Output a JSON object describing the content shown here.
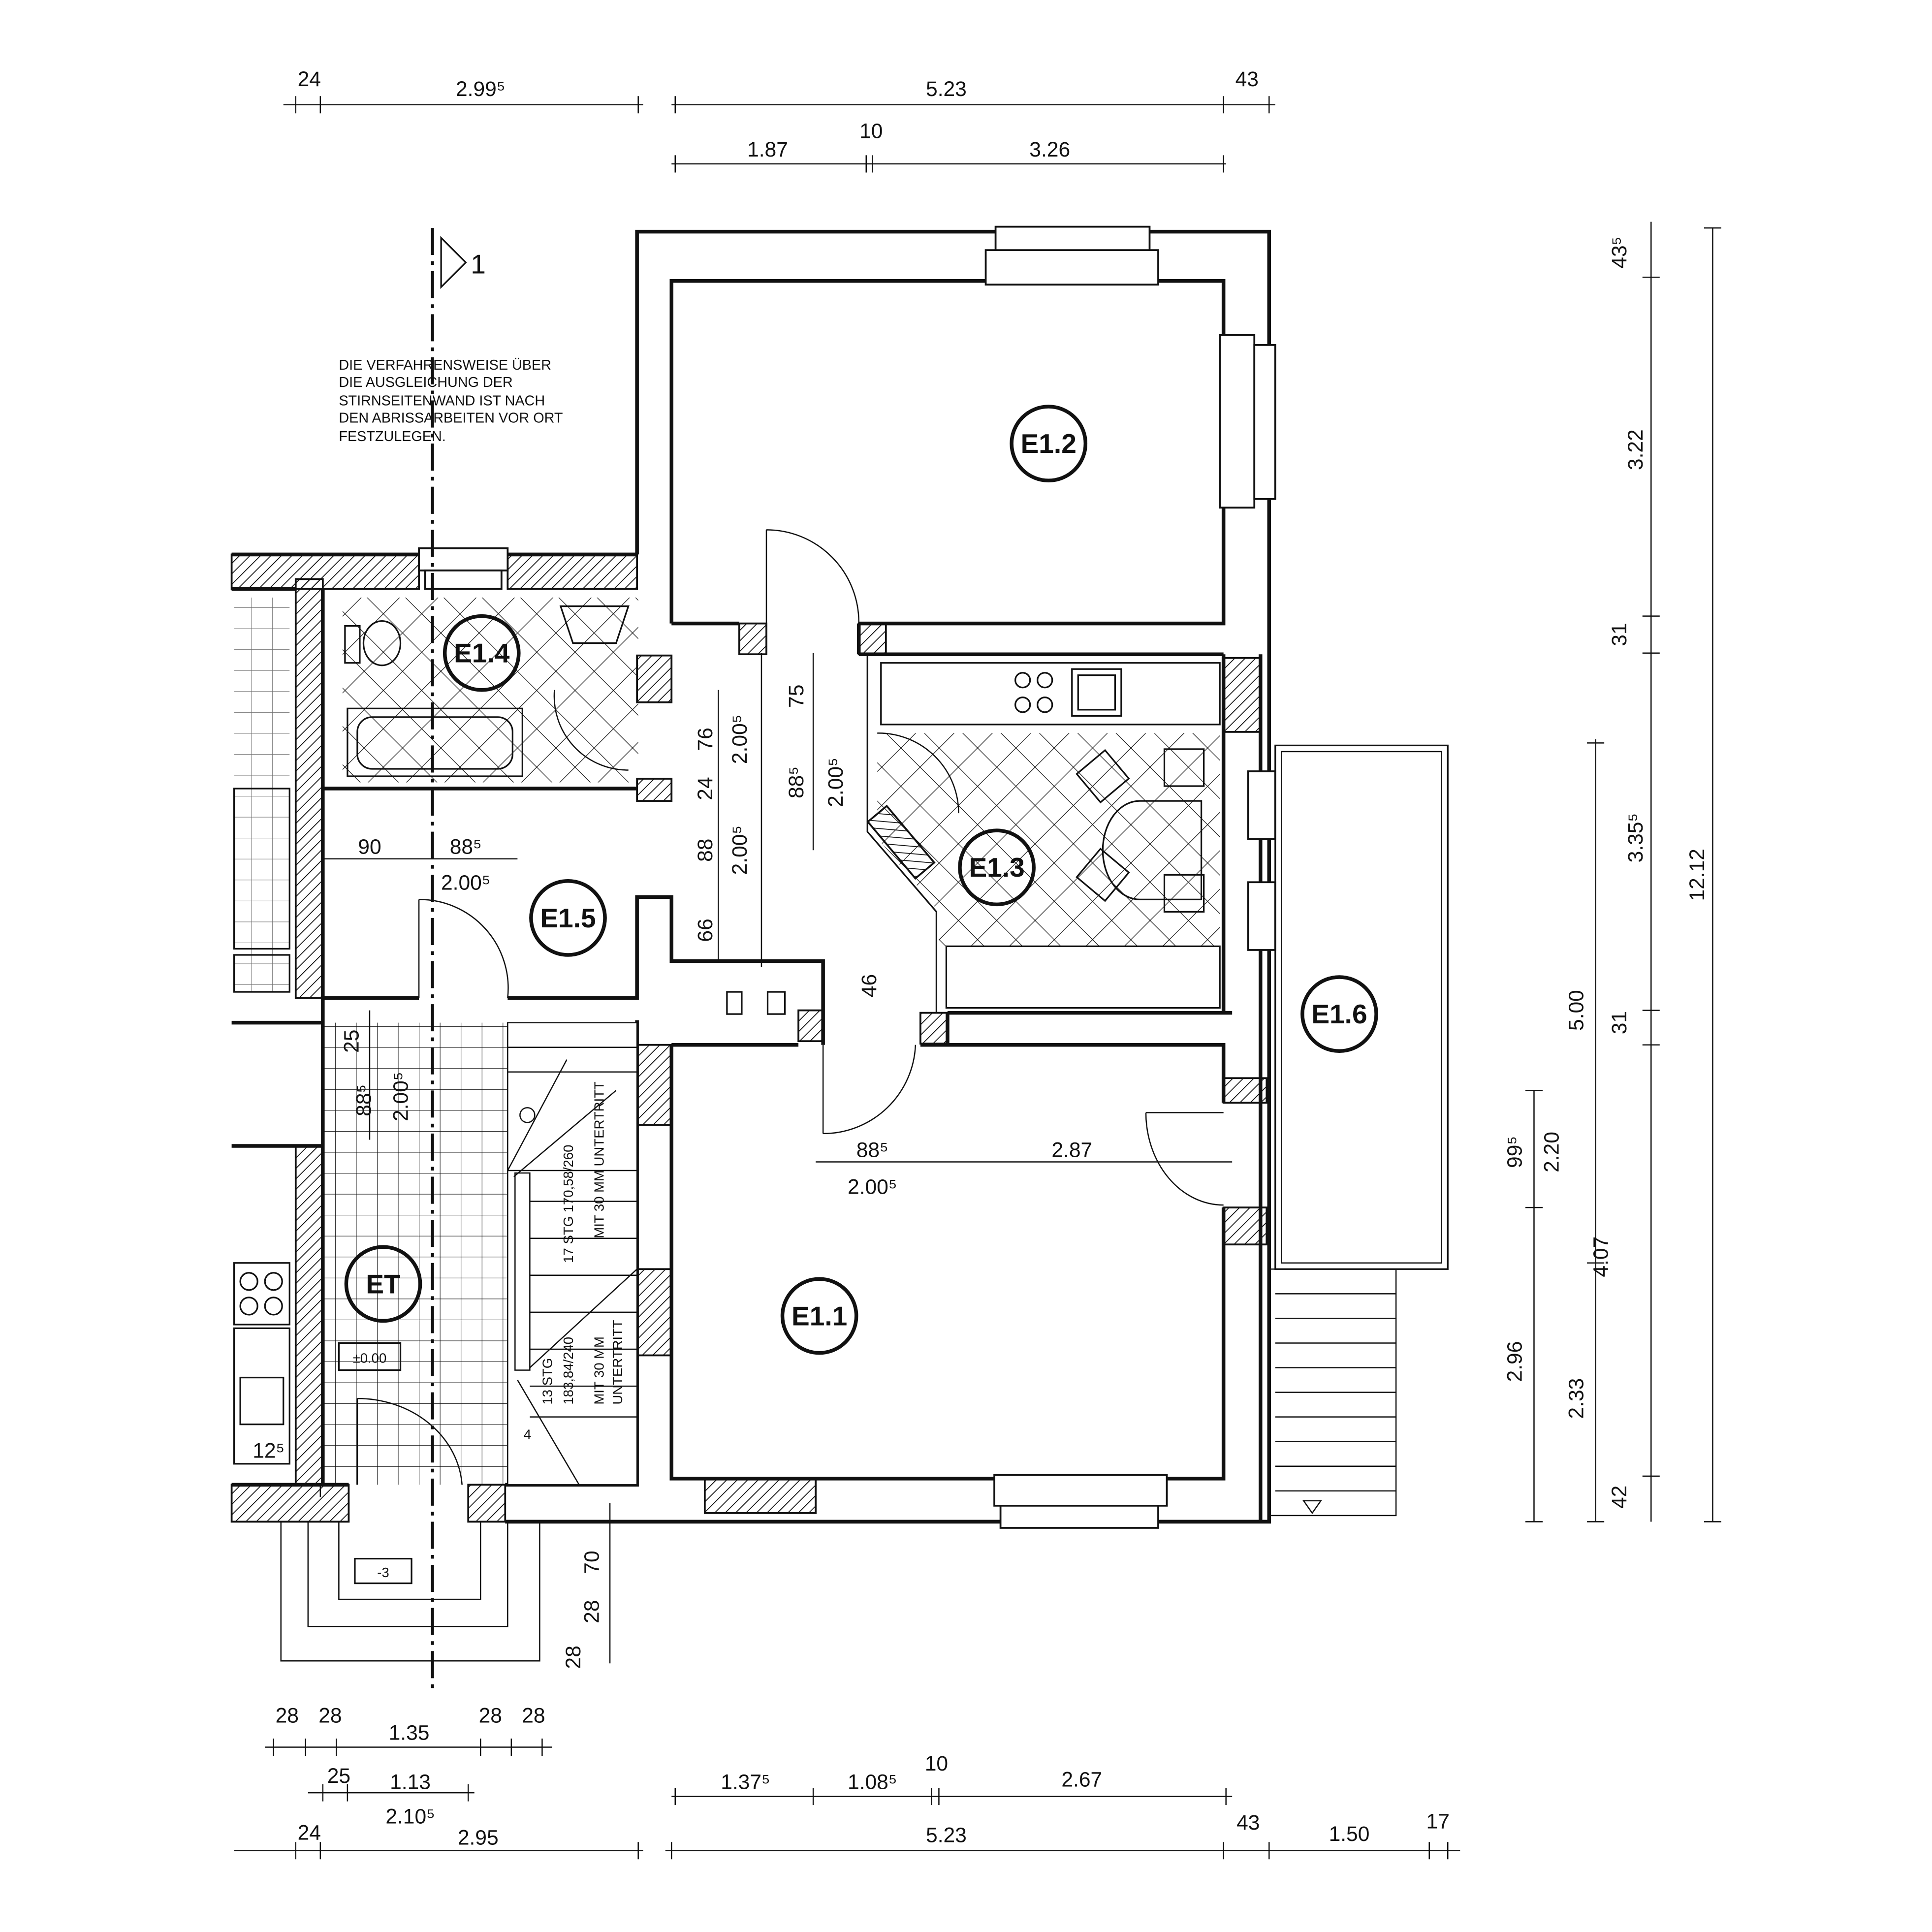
{
  "drawing": {
    "note": [
      "DIE VERFAHRENSWEISE ÜBER",
      "DIE AUSGLEICHUNG DER",
      "STIRNSEITENWAND IST NACH",
      "DEN ABRISSARBEITEN VOR ORT",
      "FESTZULEGEN."
    ],
    "section_marker": "1",
    "rooms": {
      "e1_1": "E1.1",
      "e1_2": "E1.2",
      "e1_3": "E1.3",
      "e1_4": "E1.4",
      "e1_5": "E1.5",
      "e1_6": "E1.6",
      "et": "ET"
    },
    "levels": {
      "floor": "±0.00",
      "entry": "-3"
    },
    "stairs": {
      "upper_a": "17  STG  170,58/260",
      "upper_b": "MIT  30  MM  UNTERTRITT",
      "lower_a": "13  STG",
      "lower_b": "183,84/240",
      "lower_c": "MIT  30  MM",
      "lower_d": "UNTERTRITT",
      "step": "4"
    },
    "dims_top": [
      "24",
      "2.99⁵",
      "5.23",
      "43",
      "1.87",
      "10",
      "3.26"
    ],
    "dims_right": [
      "43⁵",
      "3.22",
      "31",
      "3.35⁵",
      "12.12",
      "31",
      "5.00",
      "99⁵",
      "2.20",
      "4.07",
      "2.96",
      "2.33",
      "42"
    ],
    "dims_hall": [
      "75",
      "76",
      "2.00⁵",
      "88⁵",
      "2.00⁵",
      "24",
      "88",
      "2.00⁵",
      "66",
      "46"
    ],
    "dims_e15": [
      "90",
      "88⁵",
      "2.00⁵"
    ],
    "dims_et": [
      "25",
      "88⁵",
      "2.00⁵",
      "12⁵"
    ],
    "dims_e11": [
      "88⁵",
      "2.87",
      "2.00⁵"
    ],
    "dims_entry": [
      "70",
      "28",
      "28"
    ],
    "dims_bottom": [
      "28",
      "28",
      "1.35",
      "28",
      "28",
      "25",
      "1.13",
      "2.10⁵",
      "1.37⁵",
      "1.08⁵",
      "10",
      "2.67",
      "24",
      "2.95",
      "5.23",
      "43",
      "1.50",
      "17"
    ]
  }
}
